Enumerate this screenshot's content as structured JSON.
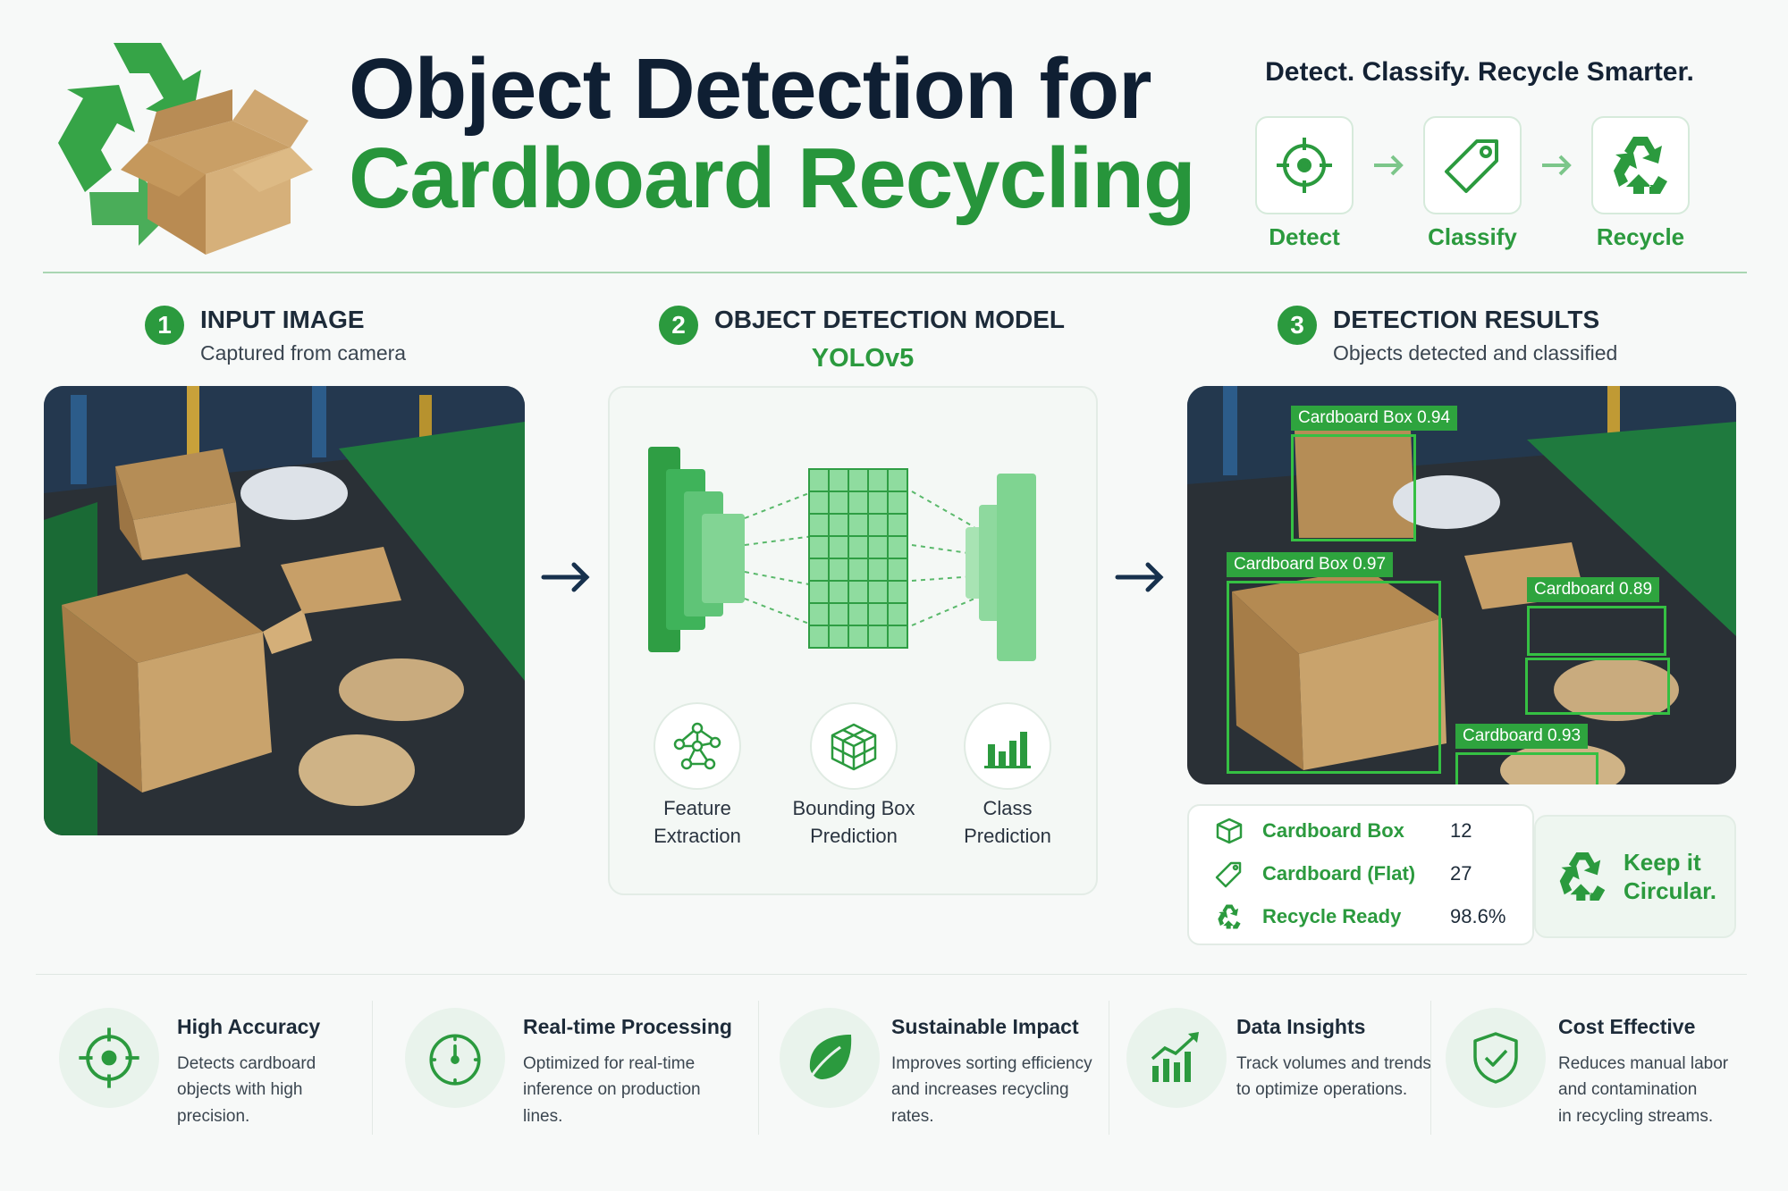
{
  "header": {
    "title_line1": "Object Detection for",
    "title_line2": "Cardboard Recycling",
    "tagline": "Detect. Classify. Recycle Smarter.",
    "steps": [
      {
        "label": "Detect",
        "icon": "crosshair-icon"
      },
      {
        "label": "Classify",
        "icon": "tag-icon"
      },
      {
        "label": "Recycle",
        "icon": "recycle-icon"
      }
    ]
  },
  "sections": [
    {
      "number": "1",
      "title": "INPUT IMAGE",
      "subtitle": "Captured from camera"
    },
    {
      "number": "2",
      "title": "OBJECT DETECTION MODEL",
      "subtitle": "YOLOv5"
    },
    {
      "number": "3",
      "title": "DETECTION RESULTS",
      "subtitle": "Objects detected and classified"
    }
  ],
  "model_stages": [
    {
      "label_line1": "Feature",
      "label_line2": "Extraction",
      "icon": "network-icon"
    },
    {
      "label_line1": "Bounding Box",
      "label_line2": "Prediction",
      "icon": "cube-icon"
    },
    {
      "label_line1": "Class",
      "label_line2": "Prediction",
      "icon": "bar-chart-icon"
    }
  ],
  "detections": [
    {
      "label": "Cardboard Box 0.94"
    },
    {
      "label": "Cardboard Box 0.97"
    },
    {
      "label": "Cardboard 0.89"
    },
    {
      "label": "Cardboard 0.93"
    }
  ],
  "results": [
    {
      "label": "Cardboard Box",
      "value": "12",
      "icon": "box-icon"
    },
    {
      "label": "Cardboard (Flat)",
      "value": "27",
      "icon": "tag-icon"
    },
    {
      "label": "Recycle Ready",
      "value": "98.6%",
      "icon": "recycle-icon"
    }
  ],
  "circular": {
    "line1": "Keep it",
    "line2": "Circular."
  },
  "features": [
    {
      "title": "High Accuracy",
      "desc_lines": [
        "Detects cardboard",
        "objects with high",
        "precision."
      ],
      "icon": "crosshair-icon"
    },
    {
      "title": "Real-time Processing",
      "desc_lines": [
        "Optimized for real-time",
        "inference on production",
        "lines."
      ],
      "icon": "timer-icon"
    },
    {
      "title": "Sustainable Impact",
      "desc_lines": [
        "Improves sorting efficiency",
        "and increases recycling",
        "rates."
      ],
      "icon": "leaf-icon"
    },
    {
      "title": "Data Insights",
      "desc_lines": [
        "Track volumes and trends",
        "to optimize operations."
      ],
      "icon": "trend-chart-icon"
    },
    {
      "title": "Cost Effective",
      "desc_lines": [
        "Reduces manual labor",
        "and contamination",
        "in recycling streams."
      ],
      "icon": "shield-check-icon"
    }
  ],
  "colors": {
    "brand_green": "#2b9a3e",
    "navy": "#0f1f33",
    "box_green": "#35c043"
  }
}
